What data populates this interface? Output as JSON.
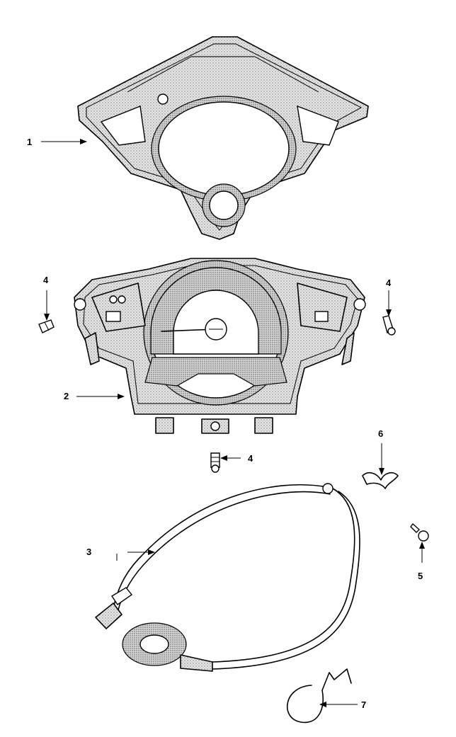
{
  "callouts": [
    {
      "id": "part-1",
      "label": "1"
    },
    {
      "id": "part-2",
      "label": "2"
    },
    {
      "id": "part-3",
      "label": "3"
    },
    {
      "id": "part-4a",
      "label": "4"
    },
    {
      "id": "part-4b",
      "label": "4"
    },
    {
      "id": "part-4c",
      "label": "4"
    },
    {
      "id": "part-5",
      "label": "5"
    },
    {
      "id": "part-6",
      "label": "6"
    },
    {
      "id": "part-7",
      "label": "7"
    }
  ],
  "colors": {
    "line": "#000000",
    "background": "#ffffff",
    "stipple": "#9a9a9a"
  }
}
